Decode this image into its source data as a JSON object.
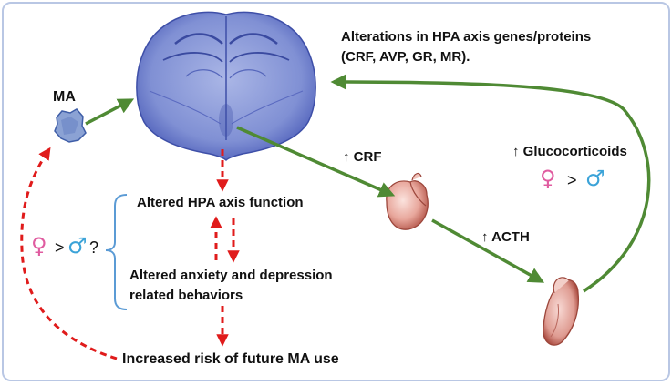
{
  "labels": {
    "ma": "MA",
    "hpa_alterations_line1": "Alterations in HPA axis genes/proteins",
    "hpa_alterations_line2": "(CRF, AVP, GR, MR).",
    "crf": "↑ CRF",
    "glucocorticoids": "↑ Glucocorticoids",
    "acth": "↑ ACTH",
    "altered_hpa": "Altered HPA axis function",
    "altered_anxiety_line1": "Altered anxiety and depression",
    "altered_anxiety_line2": "related behaviors",
    "increased_risk": "Increased risk of future MA use"
  },
  "sex_comparison_right": {
    "female": "♀",
    "gt": ">",
    "male": "♂"
  },
  "sex_comparison_left": {
    "female": "♀",
    "gt": ">",
    "male": "♂",
    "q": "?"
  },
  "icons": [
    "mouse-brain-section",
    "ma-crystal",
    "pituitary-gland",
    "adrenal-gland"
  ],
  "colors": {
    "green_arrow": "#4f8a34",
    "red_dashed_arrow": "#e01b1b",
    "bracket": "#5b9bd5",
    "brain": "#6d7fcc",
    "female_symbol": "#e05ca0",
    "male_symbol": "#3ba3d8",
    "frame": "#b9c7e4"
  }
}
